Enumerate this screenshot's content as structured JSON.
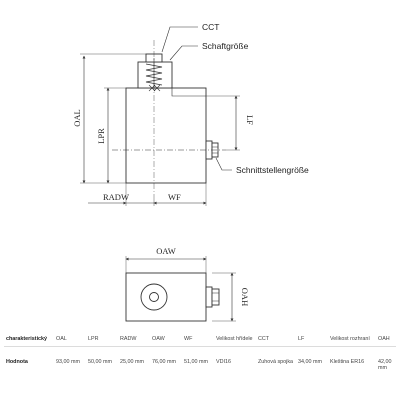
{
  "side_view": {
    "labels": {
      "cct": "CCT",
      "shaft_size": "Schaftgröße",
      "interface_size": "Schnittstellengröße",
      "oal": "OAL",
      "lpr": "LPR",
      "lf": "LF",
      "radw": "RADW",
      "wf": "WF"
    }
  },
  "top_view": {
    "labels": {
      "oaw": "OAW",
      "oah": "OAH"
    }
  },
  "spec_table": {
    "headers": [
      "charakteristický",
      "OAL",
      "LPR",
      "RADW",
      "OAW",
      "WF",
      "Velikost hřídele",
      "CCT",
      "LF",
      "Velikost rozhraní",
      "OAH"
    ],
    "row_label": "Hodnota",
    "values": [
      "93,00 mm",
      "50,00 mm",
      "25,00 mm",
      "76,00 mm",
      "51,00 mm",
      "VDI16",
      "Zuhová spojka",
      "34,00 mm",
      "Kleština ER16",
      "42,00 mm"
    ]
  },
  "colors": {
    "line": "#333333",
    "table_border": "#dcdcdc"
  }
}
